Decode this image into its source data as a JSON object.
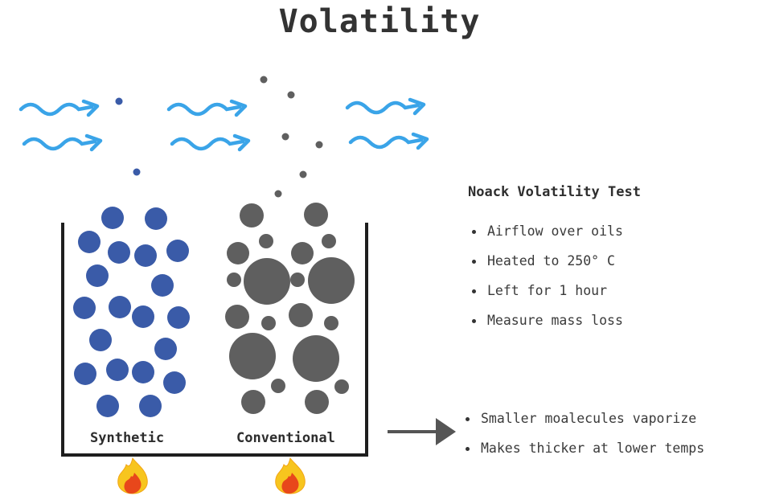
{
  "title": "Volatility",
  "test": {
    "heading": "Noack Volatility Test",
    "steps": [
      "Airflow over oils",
      "Heated to 250° C",
      "Left for 1 hour",
      "Measure mass loss"
    ]
  },
  "results": [
    "Smaller moalecules vaporize",
    "Makes thicker at lower temps"
  ],
  "containers": [
    {
      "label": "Synthetic",
      "molecule_color": "#3a5ba8"
    },
    {
      "label": "Conventional",
      "molecule_color": "#5f5f5f"
    }
  ],
  "colors": {
    "airflow": "#3aa4e8",
    "container": "#1e1e1e",
    "arrow": "#555555",
    "flame_outer": "#f7c51e",
    "flame_inner": "#e8471b"
  },
  "icons": {
    "airflow": "wavy-arrow-icon",
    "heat": "flame-icon",
    "result": "right-arrow-icon"
  }
}
